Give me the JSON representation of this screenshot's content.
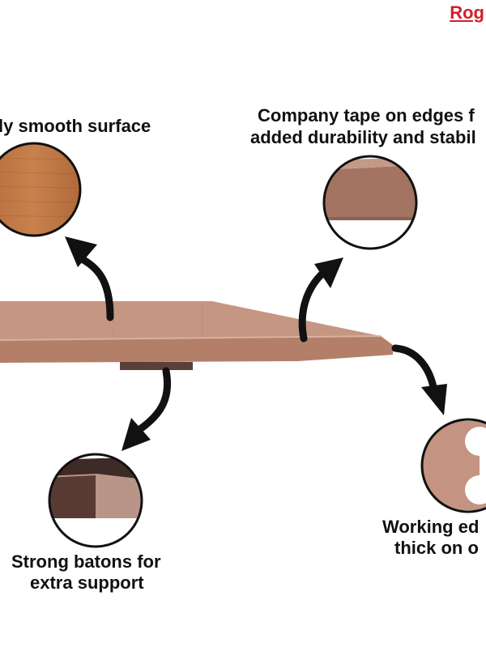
{
  "brand": {
    "text": "Rog"
  },
  "callouts": {
    "surface": {
      "label": "ly smooth surface"
    },
    "edges": {
      "line1": "Company tape on edges f",
      "line2": "added durability and stabil"
    },
    "batons": {
      "line1": "Strong batons for",
      "line2": "extra support"
    },
    "working_edge": {
      "line1": "Working ed",
      "line2": "thick on o"
    }
  },
  "colors": {
    "board_top": "#c59682",
    "board_edge": "#b47f69",
    "baton": "#5b4038",
    "arrow": "#111111",
    "brand": "#d21f2b"
  }
}
